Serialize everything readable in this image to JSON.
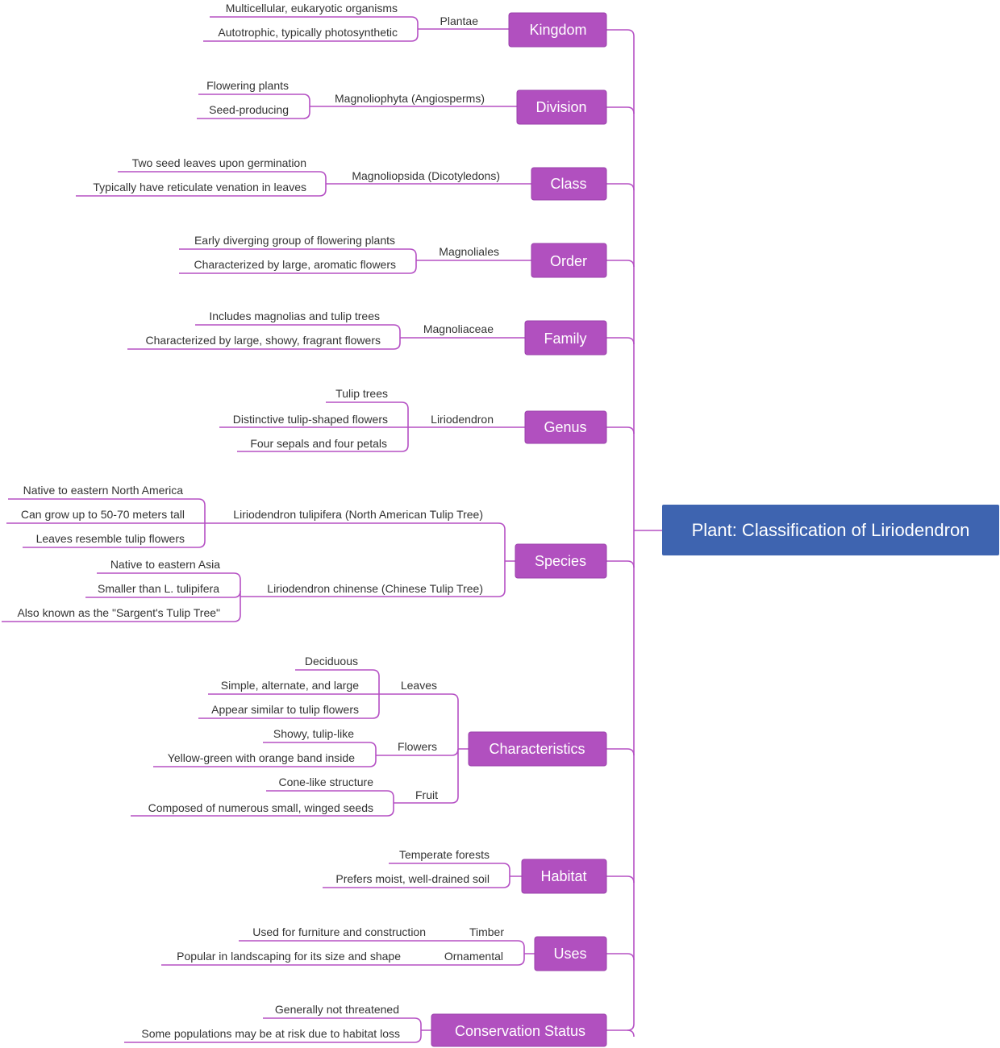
{
  "root": {
    "label": "Plant: Classification of Liriodendron"
  },
  "categories": [
    {
      "key": "kingdom",
      "label": "Kingdom",
      "sub": [
        {
          "label": "Plantae",
          "leaves": [
            "Multicellular, eukaryotic organisms",
            "Autotrophic, typically photosynthetic"
          ]
        }
      ]
    },
    {
      "key": "division",
      "label": "Division",
      "sub": [
        {
          "label": "Magnoliophyta (Angiosperms)",
          "leaves": [
            "Flowering plants",
            "Seed-producing"
          ]
        }
      ]
    },
    {
      "key": "class",
      "label": "Class",
      "sub": [
        {
          "label": "Magnoliopsida (Dicotyledons)",
          "leaves": [
            "Two seed leaves upon germination",
            "Typically have reticulate venation in leaves"
          ]
        }
      ]
    },
    {
      "key": "order",
      "label": "Order",
      "sub": [
        {
          "label": "Magnoliales",
          "leaves": [
            "Early diverging group of flowering plants",
            "Characterized by large, aromatic flowers"
          ]
        }
      ]
    },
    {
      "key": "family",
      "label": "Family",
      "sub": [
        {
          "label": "Magnoliaceae",
          "leaves": [
            "Includes magnolias and tulip trees",
            "Characterized by large, showy, fragrant flowers"
          ]
        }
      ]
    },
    {
      "key": "genus",
      "label": "Genus",
      "sub": [
        {
          "label": "Liriodendron",
          "leaves": [
            "Tulip trees",
            "Distinctive tulip-shaped flowers",
            "Four sepals and four petals"
          ]
        }
      ]
    },
    {
      "key": "species",
      "label": "Species",
      "sub": [
        {
          "label": "Liriodendron tulipifera (North American Tulip Tree)",
          "leaves": [
            "Native to eastern North America",
            "Can grow up to 50-70 meters tall",
            "Leaves resemble tulip flowers"
          ]
        },
        {
          "label": "Liriodendron chinense (Chinese Tulip Tree)",
          "leaves": [
            "Native to eastern Asia",
            "Smaller than L. tulipifera",
            "Also known as the \"Sargent's Tulip Tree\""
          ]
        }
      ]
    },
    {
      "key": "characteristics",
      "label": "Characteristics",
      "sub": [
        {
          "label": "Leaves",
          "leaves": [
            "Deciduous",
            "Simple, alternate, and large",
            "Appear similar to tulip flowers"
          ]
        },
        {
          "label": "Flowers",
          "leaves": [
            "Showy, tulip-like",
            "Yellow-green with orange band inside"
          ]
        },
        {
          "label": "Fruit",
          "leaves": [
            "Cone-like structure",
            "Composed of numerous small, winged seeds"
          ]
        }
      ]
    },
    {
      "key": "habitat",
      "label": "Habitat",
      "leaves": [
        "Temperate forests",
        "Prefers moist, well-drained soil"
      ]
    },
    {
      "key": "uses",
      "label": "Uses",
      "sub": [
        {
          "label": "Timber",
          "leaves": [
            "Used for furniture and construction"
          ]
        },
        {
          "label": "Ornamental",
          "leaves": [
            "Popular in landscaping for its size and shape"
          ]
        }
      ]
    },
    {
      "key": "conservation-status",
      "label": "Conservation Status",
      "leaves": [
        "Generally not threatened",
        "Some populations may be at risk due to habitat loss"
      ]
    }
  ]
}
